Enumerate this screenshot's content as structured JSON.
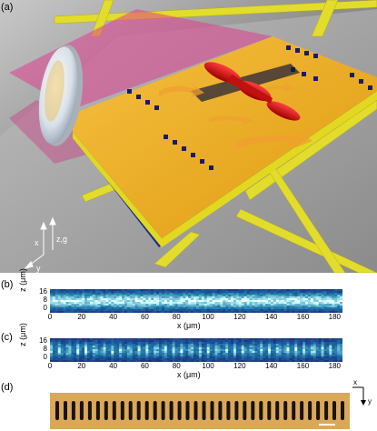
{
  "panels": {
    "a": {
      "label": "(a)",
      "axes": {
        "x": "x",
        "zg": "z,g",
        "y": "y"
      },
      "colors": {
        "membrane": "#f0b020",
        "frame": "#1a2a8c",
        "bars": "#e8e030",
        "particle": "#e01010",
        "substrate": "#6a6a6a"
      }
    },
    "b": {
      "label": "(b)",
      "ylabel": "z (μm)",
      "yticks": [
        "16",
        "8",
        "0"
      ],
      "xlabel": "x (μm)",
      "xticks": [
        "0",
        "20",
        "40",
        "60",
        "80",
        "100",
        "120",
        "140",
        "160",
        "180"
      ],
      "pattern": "continuous"
    },
    "c": {
      "label": "(c)",
      "ylabel": "z (μm)",
      "yticks": [
        "16",
        "8",
        "0"
      ],
      "xlabel": "x (μm)",
      "xticks": [
        "0",
        "20",
        "40",
        "60",
        "80",
        "100",
        "120",
        "140",
        "160",
        "180"
      ],
      "pattern": "periodic"
    },
    "d": {
      "label": "(d)",
      "axes": {
        "x": "x",
        "y": "y"
      },
      "slot_count": 36,
      "colors": {
        "background": "#d9a85a",
        "slots": "#1b1208"
      }
    }
  },
  "chart_data": [
    {
      "type": "heatmap",
      "panel": "b",
      "xlabel": "x (μm)",
      "ylabel": "z (μm)",
      "xlim": [
        0,
        185
      ],
      "ylim": [
        0,
        16
      ],
      "x": [
        0,
        20,
        40,
        60,
        80,
        100,
        120,
        140,
        160,
        180
      ],
      "y_ticks": [
        0,
        8,
        16
      ],
      "pattern": "continuous"
    },
    {
      "type": "heatmap",
      "panel": "c",
      "xlabel": "x (μm)",
      "ylabel": "z (μm)",
      "xlim": [
        0,
        185
      ],
      "ylim": [
        0,
        16
      ],
      "x": [
        0,
        20,
        40,
        60,
        80,
        100,
        120,
        140,
        160,
        180
      ],
      "y_ticks": [
        0,
        8,
        16
      ],
      "pattern": "periodic"
    }
  ]
}
